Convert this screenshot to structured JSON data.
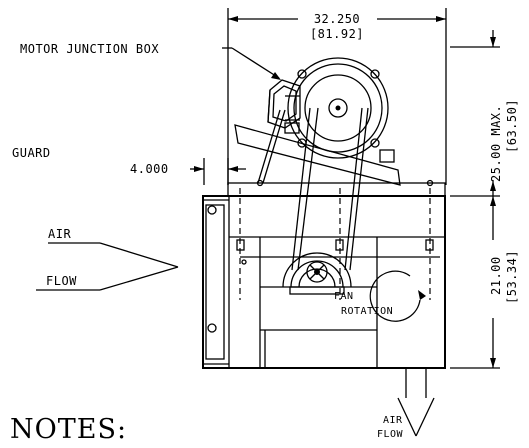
{
  "dimensions": {
    "width_in": "32.250",
    "width_mm": "[81.92]",
    "height_motor": "25.00 MAX.",
    "height_motor_mm": "[63.50]",
    "height_body": "21.00",
    "height_body_mm": "[53.34]",
    "offset": "4.000"
  },
  "labels": {
    "motor_junction_box": "MOTOR JUNCTION BOX",
    "guard": "GUARD",
    "air_in_top": "AIR",
    "air_in_bottom": "FLOW",
    "fan": "FAN",
    "rotation": "ROTATION",
    "air_out_top": "AIR",
    "air_out_bottom": "FLOW",
    "notes": "NOTES:"
  }
}
